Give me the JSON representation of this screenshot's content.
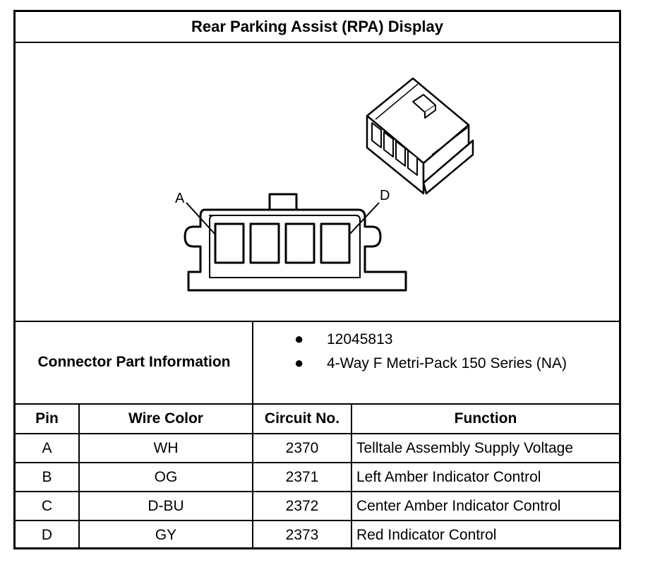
{
  "title": "Rear Parking Assist (RPA) Display",
  "diagram": {
    "pin_label_left": "A",
    "pin_label_right": "D"
  },
  "connector_info": {
    "label": "Connector Part Information",
    "items": [
      "12045813",
      "4-Way F Metri-Pack 150 Series (NA)"
    ]
  },
  "table": {
    "headers": [
      "Pin",
      "Wire Color",
      "Circuit No.",
      "Function"
    ],
    "rows": [
      {
        "pin": "A",
        "wire": "WH",
        "circuit": "2370",
        "function": "Telltale Assembly Supply Voltage"
      },
      {
        "pin": "B",
        "wire": "OG",
        "circuit": "2371",
        "function": "Left Amber Indicator Control"
      },
      {
        "pin": "C",
        "wire": "D-BU",
        "circuit": "2372",
        "function": "Center Amber Indicator Control"
      },
      {
        "pin": "D",
        "wire": "GY",
        "circuit": "2373",
        "function": "Red Indicator Control"
      }
    ]
  }
}
